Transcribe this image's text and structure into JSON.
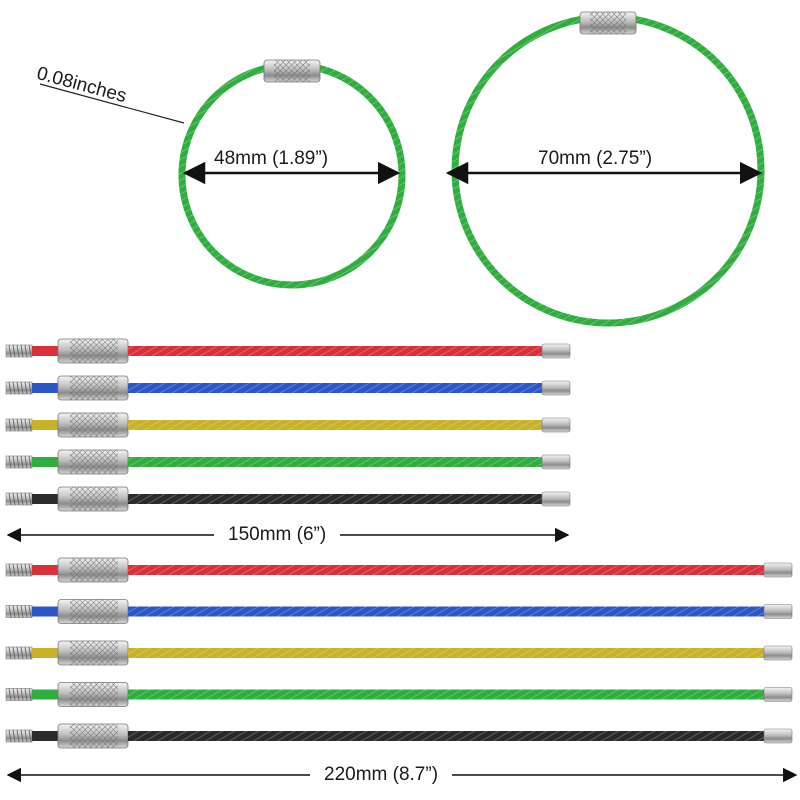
{
  "annotations": {
    "wire_thickness": "0.08inches",
    "small_ring_diameter": "48mm (1.89”)",
    "large_ring_diameter": "70mm (2.75”)",
    "short_cable_length": "150mm (6”)",
    "long_cable_length": "220mm (8.7”)"
  },
  "cable_colors": [
    "#d9303a",
    "#2a56c8",
    "#c9b22a",
    "#2fae3f",
    "#2b2b2b"
  ],
  "ring_color": "#2fae3f"
}
